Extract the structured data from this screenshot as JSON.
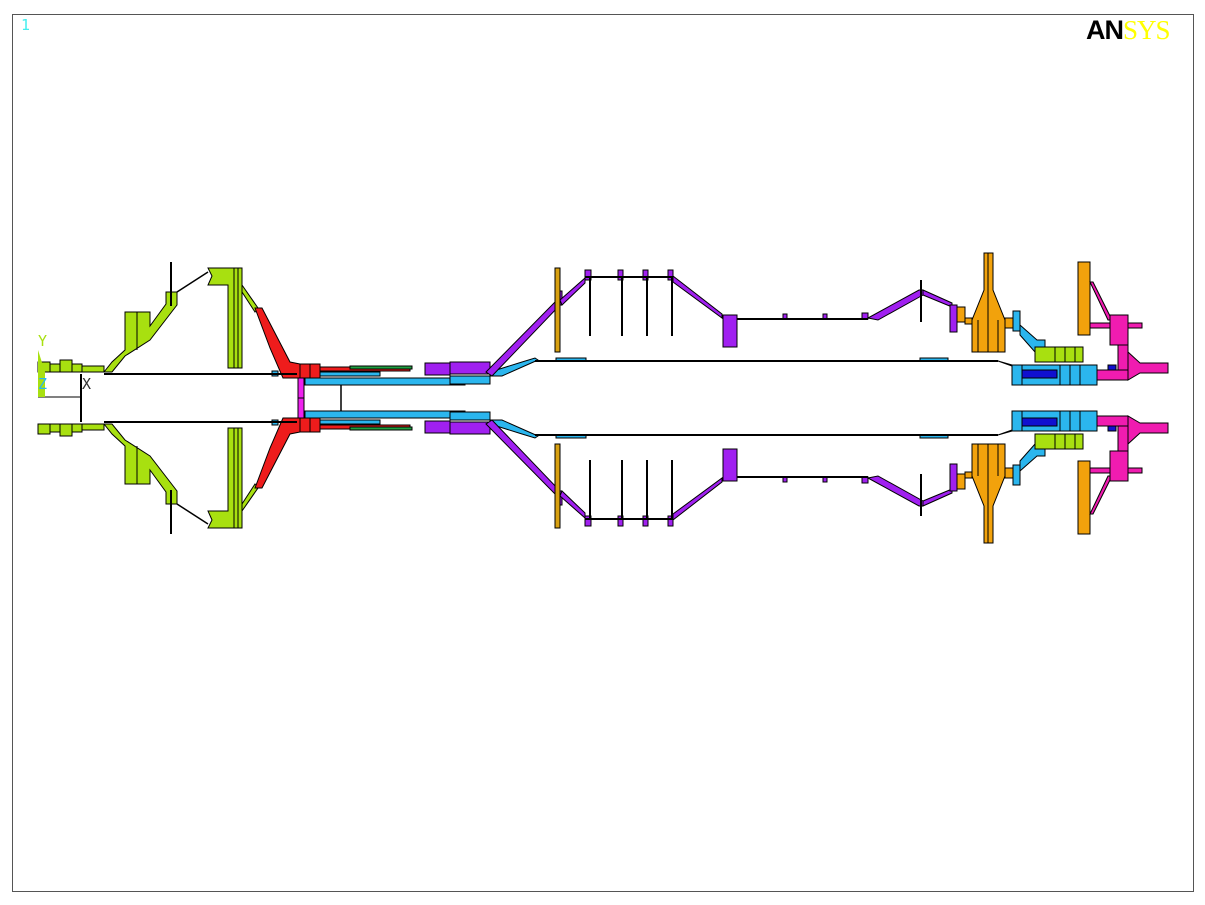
{
  "window": {
    "number": "1"
  },
  "logo": {
    "part1": "AN",
    "part2": "SYS"
  },
  "triad": {
    "y_label": "Y",
    "z_label": "Z",
    "x_label": "X"
  },
  "colors": {
    "green": "#a8e010",
    "red": "#ee1c1c",
    "magenta": "#ee22ee",
    "cyan": "#2bb6ee",
    "purple": "#a020f0",
    "orange": "#f2a20c",
    "gold": "#d8a010",
    "pink": "#f01cb0",
    "blue": "#1010d0",
    "line": "#000000"
  }
}
